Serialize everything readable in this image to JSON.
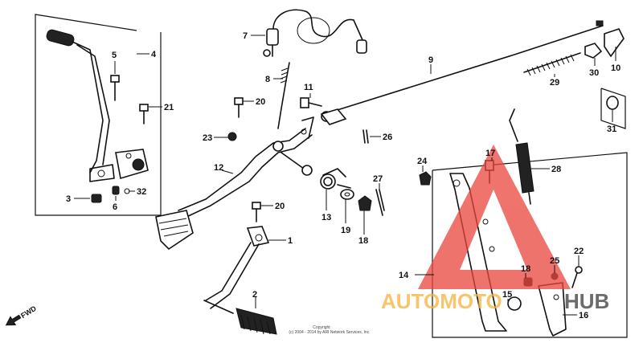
{
  "callouts": {
    "c1": "1",
    "c2": "2",
    "c3": "3",
    "c4": "4",
    "c5": "5",
    "c6": "6",
    "c7": "7",
    "c8": "8",
    "c9": "9",
    "c10": "10",
    "c11": "11",
    "c12": "12",
    "c13": "13",
    "c14": "14",
    "c15": "15",
    "c16": "16",
    "c17": "17",
    "c18a": "18",
    "c18b": "18",
    "c19": "19",
    "c20a": "20",
    "c20b": "20",
    "c21": "21",
    "c22": "22",
    "c23": "23",
    "c24": "24",
    "c25": "25",
    "c26": "26",
    "c27": "27",
    "c28": "28",
    "c29": "29",
    "c30": "30",
    "c31": "31",
    "c32": "32"
  },
  "direction_label": "FWD",
  "copyright": {
    "line1": "Copyright",
    "line2": "(c) 2004 - 2014 by ARI Network Services, Inc."
  },
  "watermark": {
    "text_part1": "AUTOMOTO",
    "text_part2": "HUB",
    "color_orange": "#f5b23d",
    "color_red": "#e8453c",
    "color_dark": "#3a3a3a"
  }
}
